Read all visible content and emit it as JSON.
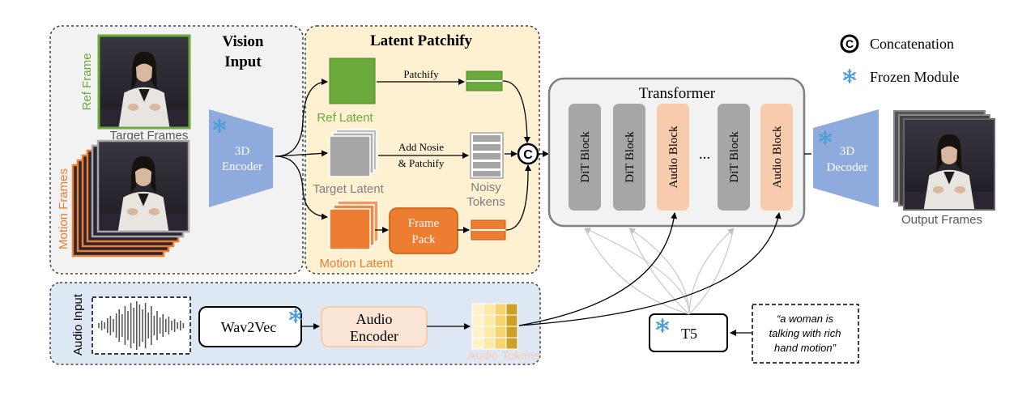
{
  "vision_panel": {
    "title_line1": "Vision",
    "title_line2": "Input",
    "ref_frame_label": "Ref Frame",
    "target_frames_label": "Target Frames",
    "motion_frames_label": "Motion Frames"
  },
  "encoder": {
    "line1": "3D",
    "line2": "Encoder"
  },
  "patchify_panel": {
    "title": "Latent Patchify",
    "ref_latent_label": "Ref Latent",
    "target_latent_label": "Target Latent",
    "motion_latent_label": "Motion Latent",
    "patchify_label": "Patchify",
    "add_noise_line1": "Add Nosie",
    "add_noise_line2": "& Patchify",
    "noisy_tokens_line1": "Noisy",
    "noisy_tokens_line2": "Tokens",
    "frame_pack_line1": "Frame",
    "frame_pack_line2": "Pack"
  },
  "concat_symbol": "C",
  "transformer": {
    "title": "Transformer",
    "blocks": [
      "DiT Block",
      "DiT Block",
      "Audio Block",
      "DiT Block",
      "Audio Block"
    ],
    "ellipsis": "..."
  },
  "decoder": {
    "line1": "3D",
    "line2": "Decoder"
  },
  "output_label": "Output Frames",
  "legend": {
    "concat_label": "Concatenation",
    "frozen_label": "Frozen Module"
  },
  "audio_panel": {
    "title": "Audio Input",
    "wav2vec_label": "Wav2Vec",
    "audio_encoder_line1": "Audio",
    "audio_encoder_line2": "Encoder",
    "audio_tokens_label": "Audio Tokens"
  },
  "t5_label": "T5",
  "prompt": {
    "line1": "“a woman is",
    "line2": "talking with rich",
    "line3": "hand motion”"
  },
  "colors": {
    "green": "#6aaa3c",
    "orange": "#ed7d31",
    "gray": "#a6a6a6",
    "blue": "#8faadc",
    "peach": "#f9cbad",
    "yellow_bg": "#fdf1d2",
    "blue_bg": "#dee8f5",
    "gray_bg": "#f2f2f2",
    "snow": "#4a9fd8"
  }
}
